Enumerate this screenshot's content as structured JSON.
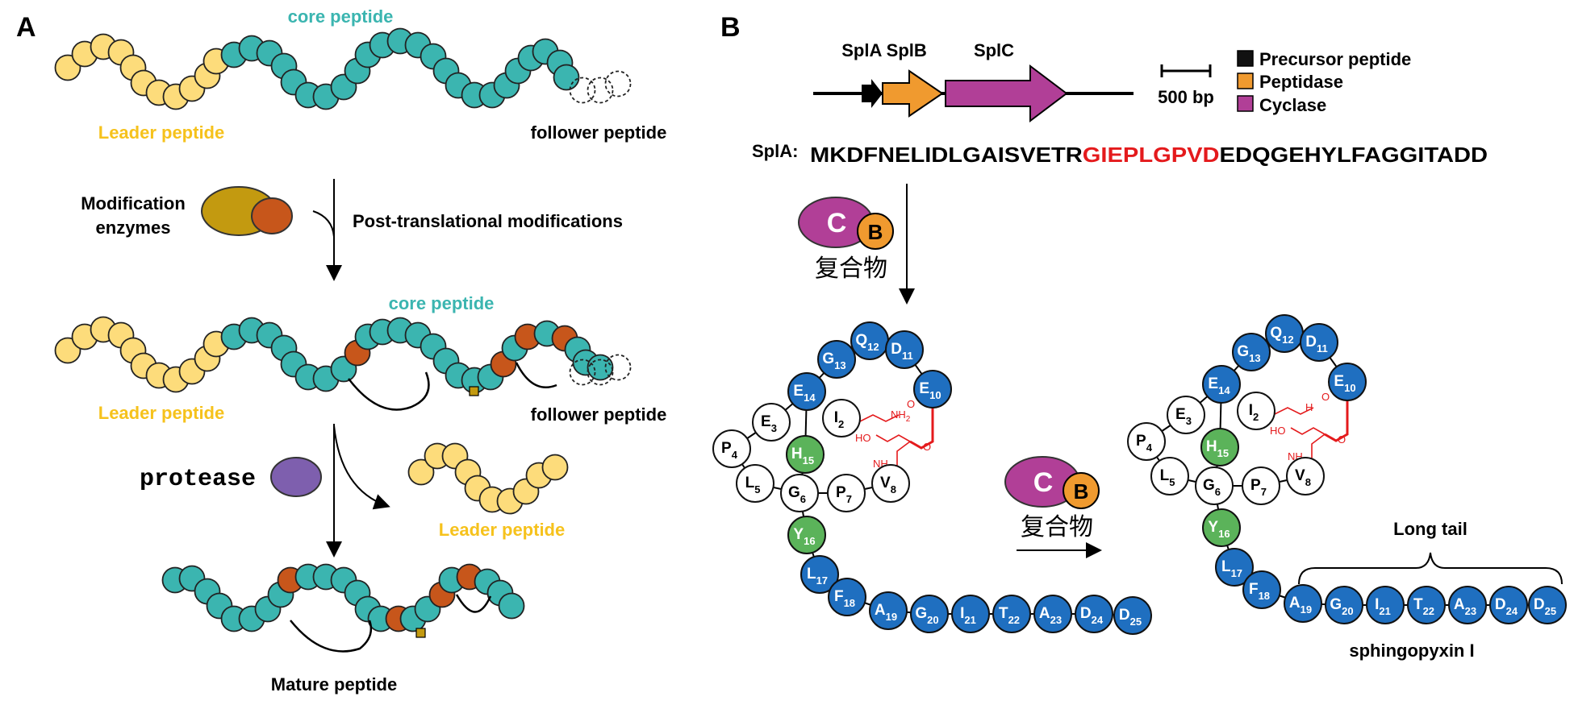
{
  "panel_a": {
    "label": "A",
    "core_peptide": "core peptide",
    "leader_peptide": "Leader peptide",
    "follower_peptide": "follower peptide",
    "modification_enzymes_line1": "Modification",
    "modification_enzymes_line2": "enzymes",
    "ptm": "Post-translational modifications",
    "protease": "protease",
    "mature_peptide": "Mature peptide"
  },
  "panel_b": {
    "label": "B",
    "genes": {
      "spla_splb": "SplA SplB",
      "splc": "SplC"
    },
    "scale_bar": "500 bp",
    "legend": [
      {
        "label": "Precursor peptide",
        "color": "#111111"
      },
      {
        "label": "Peptidase",
        "color": "#f09a2f"
      },
      {
        "label": "Cyclase",
        "color": "#b13f97"
      }
    ],
    "sequence": {
      "prefix": "SplA:",
      "part1": "MKDFNELIDLGAISVETR",
      "core": "GIEPLGPVD",
      "part2": "EDQGEHYLFAGGITADD"
    },
    "complex": {
      "c": "C",
      "b": "B",
      "name": "复合物"
    },
    "residues": [
      {
        "aa": "Q",
        "n": "12"
      },
      {
        "aa": "D",
        "n": "11"
      },
      {
        "aa": "G",
        "n": "13"
      },
      {
        "aa": "E",
        "n": "10"
      },
      {
        "aa": "E",
        "n": "14"
      },
      {
        "aa": "E",
        "n": "3"
      },
      {
        "aa": "I",
        "n": "2"
      },
      {
        "aa": "P",
        "n": "4"
      },
      {
        "aa": "H",
        "n": "15"
      },
      {
        "aa": "L",
        "n": "5"
      },
      {
        "aa": "G",
        "n": "6"
      },
      {
        "aa": "P",
        "n": "7"
      },
      {
        "aa": "V",
        "n": "8"
      },
      {
        "aa": "Y",
        "n": "16"
      },
      {
        "aa": "L",
        "n": "17"
      },
      {
        "aa": "F",
        "n": "18"
      },
      {
        "aa": "A",
        "n": "19"
      },
      {
        "aa": "G",
        "n": "20"
      },
      {
        "aa": "I",
        "n": "21"
      },
      {
        "aa": "T",
        "n": "22"
      },
      {
        "aa": "A",
        "n": "23"
      },
      {
        "aa": "D",
        "n": "24"
      },
      {
        "aa": "D",
        "n": "25"
      }
    ],
    "chem": {
      "nh2": "NH",
      "nh2_sub": "2",
      "nh": "NH",
      "ho": "HO",
      "o": "O",
      "h": "H",
      "n": "N"
    },
    "long_tail": "Long tail",
    "product": "sphingopyxin I"
  },
  "colors": {
    "leader": "#fddc7b",
    "core": "#3bb5b0",
    "modified": "#c7561b",
    "link": "#c39a10",
    "protease": "#7e5fae",
    "enzyme1": "#c39a10",
    "enzyme2": "#c7561b",
    "blue": "#1f6fc0",
    "green": "#5bb35a",
    "cyclase": "#b13f97",
    "peptidase": "#f09a2f",
    "red": "#e41a1c"
  }
}
